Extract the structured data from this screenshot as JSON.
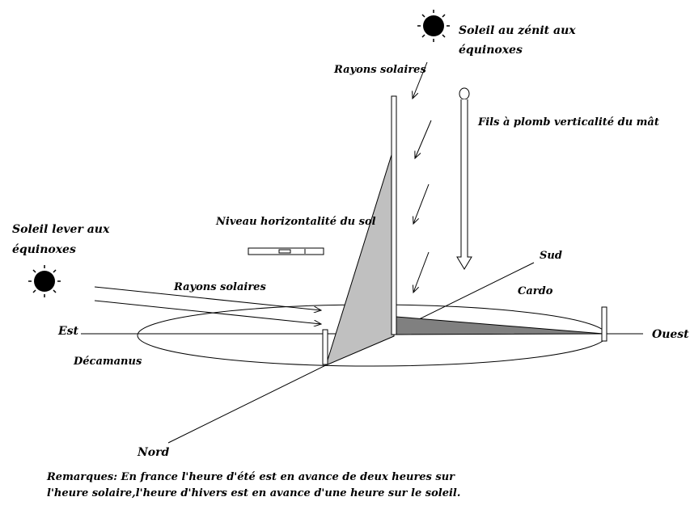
{
  "labels": {
    "sun_zenith_line1": "Soleil au zénit aux",
    "sun_zenith_line2": "équinoxes",
    "rays_top": "Rayons solaires",
    "plumb": "Fils à plomb verticalité du mât",
    "level": "Niveau horizontalité du sol",
    "sun_rise_line1": "Soleil lever aux",
    "sun_rise_line2": "équinoxes",
    "rays_left": "Rayons solaires",
    "sud": "Sud",
    "cardo": "Cardo",
    "est": "Est",
    "ouest": "Ouest",
    "decamanus": "Décamanus",
    "nord": "Nord",
    "remark_line1": "Remarques: En france l'heure d'été est en avance de deux heures sur",
    "remark_line2": "l'heure solaire,l'heure d'hivers est en avance d'une heure sur le soleil."
  },
  "colors": {
    "shadow_light": "#c0c0c0",
    "shadow_dark": "#808080",
    "ink": "#000000",
    "background": "#ffffff"
  }
}
